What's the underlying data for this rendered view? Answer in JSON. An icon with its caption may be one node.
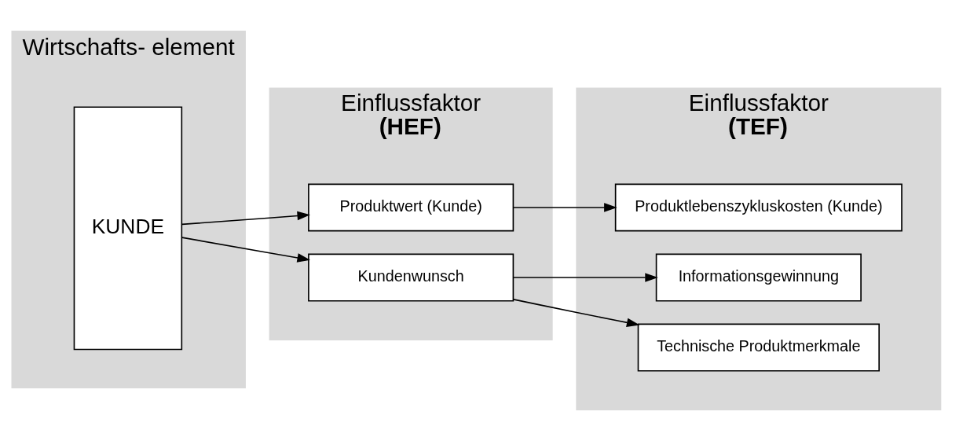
{
  "diagram": {
    "nodes": [
      {
        "text": [
          "Wirtschafts- element"
        ]
      },
      {
        "text": [
          "KUNDE"
        ],
        "in": 0
      },
      {
        "text": [
          "Einflussfaktor",
          "(HEF)"
        ]
      },
      {
        "text": [
          "Produktwert (Kunde)"
        ],
        "in": 2
      },
      {
        "text": [
          "Kundenwunsch"
        ],
        "in": 2
      },
      {
        "text": [
          "Einflussfaktor",
          "(TEF)"
        ]
      },
      {
        "text": [
          "Produktlebenszykluskosten (Kunde)"
        ],
        "in": 5
      },
      {
        "text": [
          "Informationsgewinnung"
        ],
        "in": 5
      },
      {
        "text": [
          "Technische Produktmerkmale"
        ],
        "in": 5
      }
    ],
    "edges": [
      {
        "from": 1,
        "to": 3,
        "arrow": "to"
      },
      {
        "from": 1,
        "to": 4,
        "arrow": "to"
      },
      {
        "from": 3,
        "to": 6,
        "arrow": "to"
      },
      {
        "from": 4,
        "to": 7,
        "arrow": "to"
      },
      {
        "from": 4,
        "to": 8,
        "arrow": "to"
      }
    ]
  }
}
